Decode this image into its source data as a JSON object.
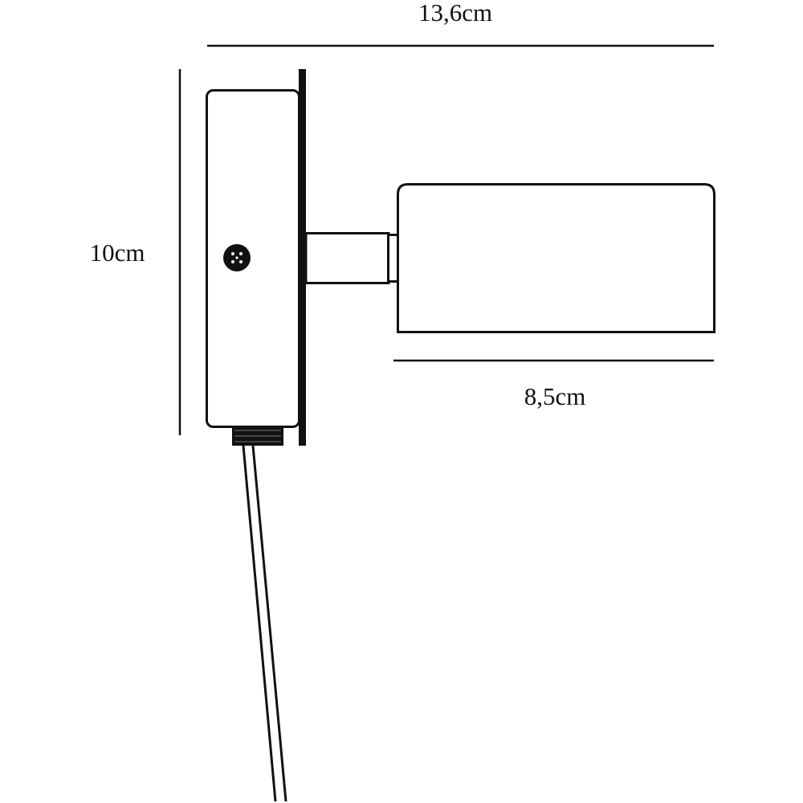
{
  "dimensions": {
    "overall_width": "13,6cm",
    "height": "10cm",
    "shade_length": "8,5cm"
  },
  "colors": {
    "line": "#111111",
    "background": "#ffffff"
  }
}
